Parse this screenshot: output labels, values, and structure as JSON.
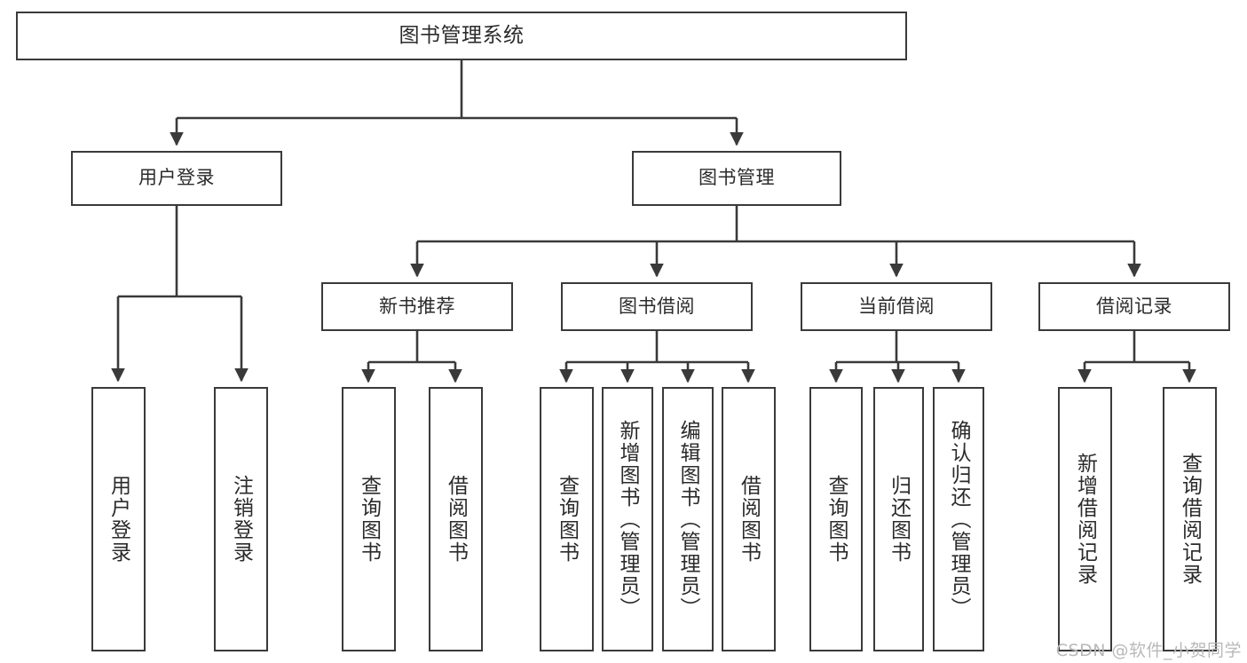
{
  "diagram": {
    "type": "tree-hierarchy",
    "title": "图书管理系统",
    "root": {
      "id": "root",
      "label": "图书管理系统"
    },
    "level2": [
      {
        "id": "user-login",
        "label": "用户登录"
      },
      {
        "id": "book-manage",
        "label": "图书管理"
      }
    ],
    "level3": [
      {
        "id": "new-book-rec",
        "label": "新书推荐",
        "parent": "book-manage"
      },
      {
        "id": "book-borrow",
        "label": "图书借阅",
        "parent": "book-manage"
      },
      {
        "id": "current-borrow",
        "label": "当前借阅",
        "parent": "book-manage"
      },
      {
        "id": "borrow-record",
        "label": "借阅记录",
        "parent": "book-manage"
      }
    ],
    "leaves": [
      {
        "id": "leaf-user-login",
        "label": "用户登录",
        "parent": "user-login"
      },
      {
        "id": "leaf-user-logout",
        "label": "注销登录",
        "parent": "user-login"
      },
      {
        "id": "leaf-query-book-1",
        "label": "查询图书",
        "parent": "new-book-rec"
      },
      {
        "id": "leaf-borrow-book-1",
        "label": "借阅图书",
        "parent": "new-book-rec"
      },
      {
        "id": "leaf-query-book-2",
        "label": "查询图书",
        "parent": "book-borrow"
      },
      {
        "id": "leaf-add-book",
        "label": "新增图书（管理员）",
        "parent": "book-borrow"
      },
      {
        "id": "leaf-edit-book",
        "label": "编辑图书（管理员）",
        "parent": "book-borrow"
      },
      {
        "id": "leaf-borrow-book-2",
        "label": "借阅图书",
        "parent": "book-borrow"
      },
      {
        "id": "leaf-query-book-3",
        "label": "查询图书",
        "parent": "current-borrow"
      },
      {
        "id": "leaf-return-book",
        "label": "归还图书",
        "parent": "current-borrow"
      },
      {
        "id": "leaf-confirm-return",
        "label": "确认归还（管理员）",
        "parent": "current-borrow"
      },
      {
        "id": "leaf-add-record",
        "label": "新增借阅记录",
        "parent": "borrow-record"
      },
      {
        "id": "leaf-query-record",
        "label": "查询借阅记录",
        "parent": "borrow-record"
      }
    ],
    "watermark": "CSDN @软件_小贺同学",
    "colors": {
      "box_border": "#3a3a3a",
      "box_fill": "#ffffff",
      "text": "#2b2b2b",
      "edge": "#3a3a3a",
      "watermark": "#b9b9b9",
      "background": "#ffffff"
    }
  }
}
